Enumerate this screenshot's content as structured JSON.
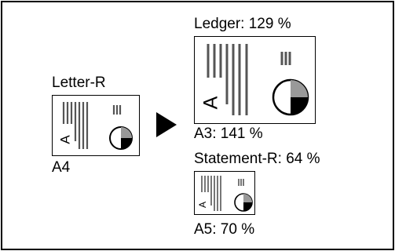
{
  "source": {
    "top_label": "Letter-R",
    "bottom_label": "A4"
  },
  "targets": [
    {
      "top_label": "Ledger: 129 %",
      "bottom_label": "A3: 141 %"
    },
    {
      "top_label": "Statement-R: 64 %",
      "bottom_label": "A5: 70 %"
    }
  ],
  "glyph": "A"
}
